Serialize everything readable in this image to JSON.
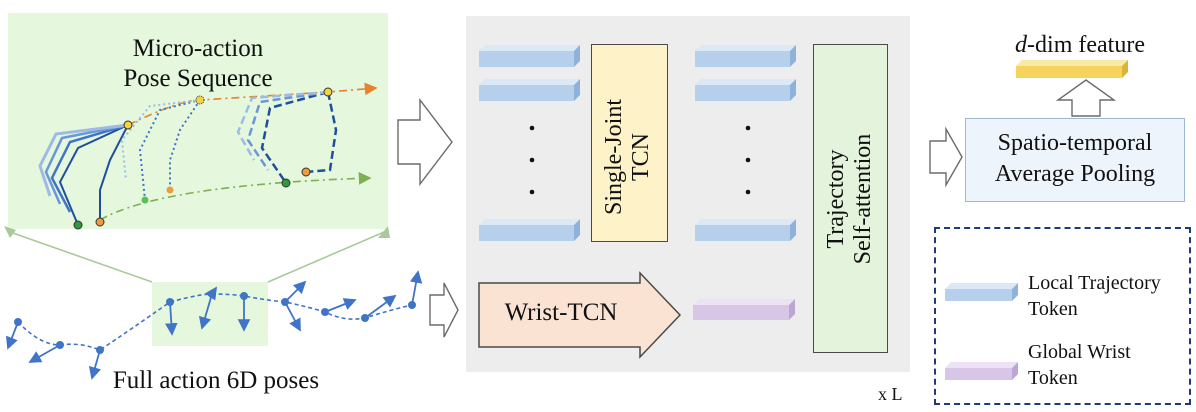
{
  "micro_panel": {
    "title_line1": "Micro-action",
    "title_line2": "Pose Sequence"
  },
  "full_poses_label": "Full action 6D poses",
  "single_joint_tcn": {
    "line1": "Single-Joint",
    "line2": "TCN"
  },
  "trajectory_attention": {
    "line1": "Trajectory",
    "line2": "Self-attention"
  },
  "wrist_tcn_label": "Wrist-TCN",
  "repeat_label": "x L",
  "output": {
    "feature_prefix": "d",
    "feature_suffix": "-dim feature",
    "pooling_line1": "Spatio-temporal",
    "pooling_line2": "Average Pooling"
  },
  "legend": {
    "local_line1": "Local Trajectory",
    "local_line2": "Token",
    "global_line1": "Global Wrist",
    "global_line2": "Token"
  },
  "colors": {
    "micro_panel_bg": "#e5f7dd",
    "block_bg": "#ededed",
    "token_blue": "#b6d0ec",
    "token_purple": "#d8c6e6",
    "tcn_yellow": "#fdf2c8",
    "attention_green": "#e4f3dc",
    "wrist_tcn_orange": "#fbe3d4",
    "feature_bar": "#f6d35c",
    "legend_border": "#1e3a78",
    "pose_blue": "#3f74c6"
  }
}
